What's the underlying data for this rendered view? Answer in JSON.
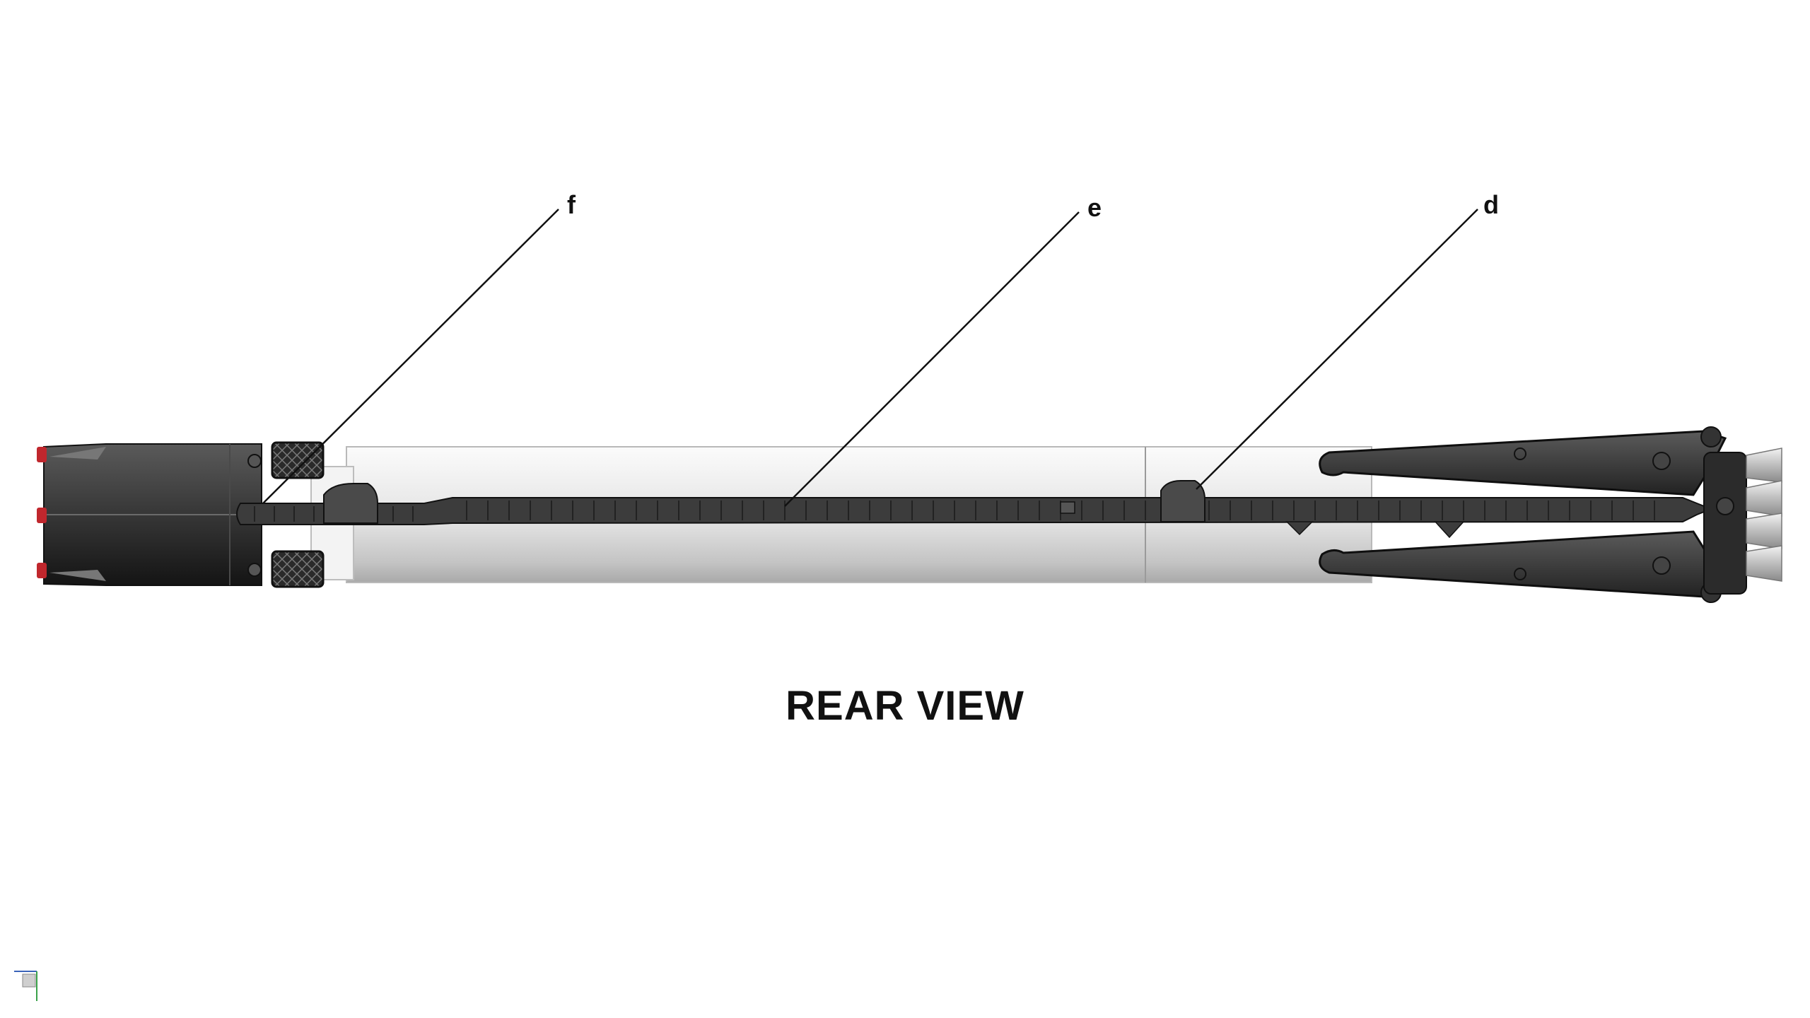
{
  "view_title": "REAR VIEW",
  "callouts": [
    {
      "id": "f",
      "label": "f"
    },
    {
      "id": "e",
      "label": "e"
    },
    {
      "id": "d",
      "label": "d"
    }
  ],
  "colors": {
    "body_light": "#e6e6e6",
    "body_dark": "#2e2e2e",
    "interstage": "#3a3a3a",
    "leader_line": "#111111",
    "accent_red": "#c0272d"
  }
}
